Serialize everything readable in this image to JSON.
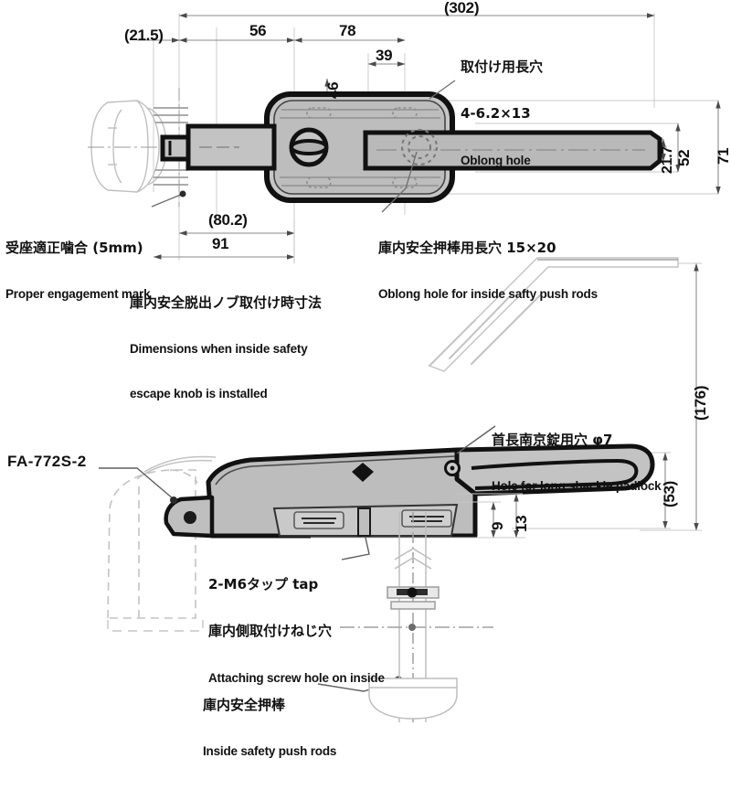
{
  "drawing": {
    "part_number": "FA-772S-2",
    "units": "mm"
  },
  "top_view": {
    "dimensions": {
      "overall_length": "(302)",
      "left_projection": "(21.5)",
      "seg_56": "56",
      "seg_78": "78",
      "seg_39": "39",
      "vert_46": "46",
      "body_height_21_7": "21.7",
      "body_height_52": "52",
      "body_height_71": "71",
      "knob_80_2": "(80.2)",
      "knob_91": "91"
    },
    "callouts": {
      "mounting_hole": {
        "jp_line1": "取付け用長穴",
        "jp_line2": "4-6.2×13",
        "en": "Oblong hole"
      },
      "push_rod_hole": {
        "jp": "庫内安全押棒用長穴 15×20",
        "en": "Oblong hole for inside safty push rods"
      },
      "engagement_mark": {
        "jp": "受座適正噛合 (5mm)",
        "en": "Proper engagement mark"
      },
      "knob_note": {
        "jp": "庫内安全脱出ノブ取付け時寸法",
        "en_line1": "Dimensions when inside safety",
        "en_line2": "escape knob is installed"
      }
    }
  },
  "side_view": {
    "dimensions": {
      "overall_height": "(176)",
      "handle_height": "(53)",
      "step_9": "9",
      "step_13": "13"
    },
    "callouts": {
      "part_label": "FA-772S-2",
      "padlock_hole": {
        "jp": "首長南京錠用穴 φ7",
        "en": "Hole for long shackle padlock"
      },
      "tap_hole": {
        "jp_line1": "2-M6タップ tap",
        "jp_line2": "庫内側取付けねじ穴",
        "en": "Attaching screw hole on inside"
      },
      "push_rods": {
        "jp": "庫内安全押棒",
        "en": "Inside safety push rods"
      }
    }
  },
  "colors": {
    "outline": "#111111",
    "fill_metal": "#b8b8b8",
    "fill_metal_light": "#cccccc",
    "dimension_line": "#8a8a8a",
    "ghost_line": "#b9b9b9",
    "background": "#ffffff"
  }
}
